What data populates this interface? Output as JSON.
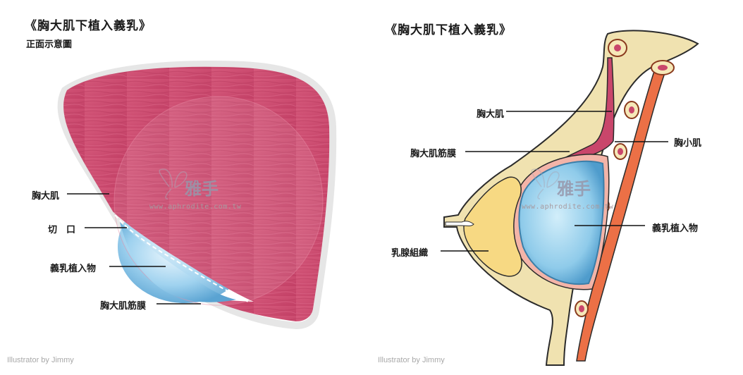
{
  "left_panel": {
    "title": "《胸大肌下植入義乳》",
    "subtitle": "正面示意圖",
    "labels": {
      "pectoralis": "胸大肌",
      "incision": "切　口",
      "implant": "義乳植入物",
      "fascia": "胸大肌筋膜"
    },
    "watermark_brand": "雅手",
    "watermark_url": "www.aphrodite.com.tw",
    "credit": "Illustrator by Jimmy"
  },
  "right_panel": {
    "title": "《胸大肌下植入義乳》",
    "labels": {
      "pectoralis_major": "胸大肌",
      "pectoralis_fascia": "胸大肌筋膜",
      "pectoralis_minor": "胸小肌",
      "implant": "義乳植入物",
      "mammary_gland": "乳腺組織"
    },
    "watermark_brand": "雅手",
    "watermark_url": "www.aphrodite.com.tw",
    "credit": "Illustrator by Jimmy"
  },
  "colors": {
    "muscle": "#c9466b",
    "implant": "#8fc8e8",
    "skin": "#f0e2b0",
    "gland": "#f7d983",
    "minor_muscle": "#ec7046"
  }
}
